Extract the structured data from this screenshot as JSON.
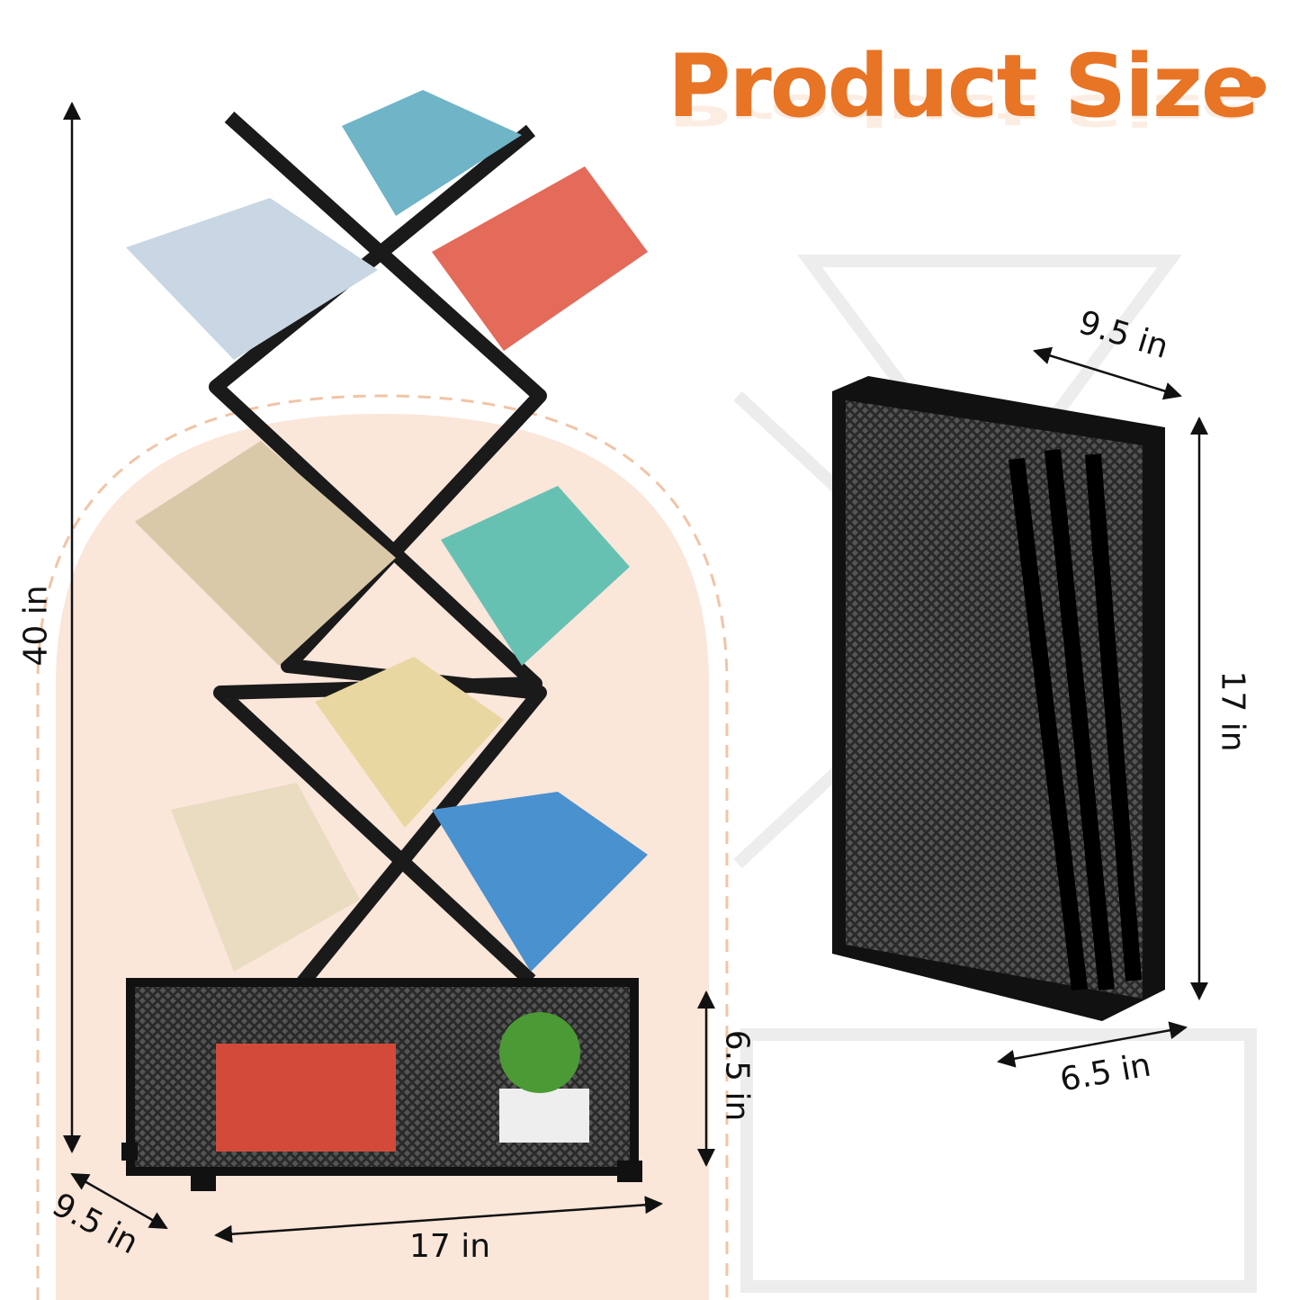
{
  "title": "Product Size",
  "colors": {
    "accent": "#e87425",
    "arch_bg": "#fbe6da",
    "arch_dash": "#f1c4a6",
    "metal": "#1a1a1a"
  },
  "assembled": {
    "height_label": "40 in",
    "depth_label": "9.5 in",
    "width_label": "17 in",
    "base_height_label": "6.5 in"
  },
  "folded": {
    "depth_label": "9.5 in",
    "height_label": "17 in",
    "width_label": "6.5 in"
  }
}
